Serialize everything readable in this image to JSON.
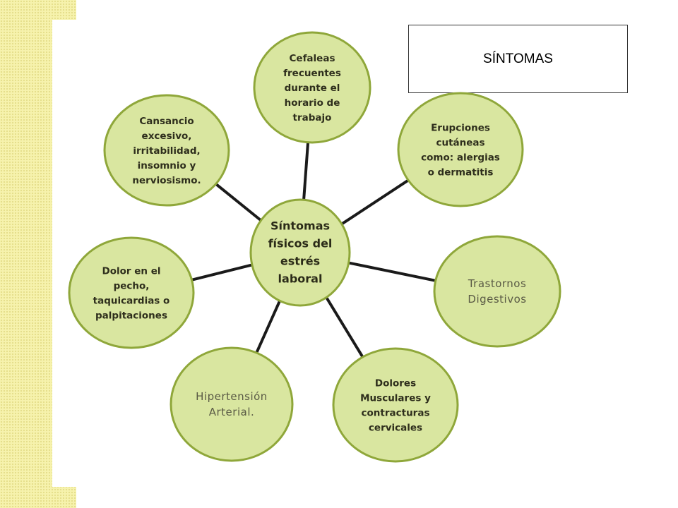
{
  "title": "SÍNTOMAS",
  "colors": {
    "node_fill": "#d9e6a0",
    "node_stroke": "#8fa73a",
    "connector": "#1a1a1a",
    "strip": "#f6f2ad"
  },
  "diagram": {
    "center": {
      "id": "center",
      "lines": [
        "Síntomas",
        "físicos del",
        "estrés",
        "laboral"
      ]
    },
    "nodes": [
      {
        "id": "cefaleas",
        "lines": [
          "Cefaleas",
          "frecuentes",
          "durante el",
          "horario de",
          "trabajo"
        ]
      },
      {
        "id": "erupciones",
        "lines": [
          "Erupciones",
          "cutáneas",
          "como: alergias",
          "o dermatitis"
        ]
      },
      {
        "id": "digestivos",
        "lines": [
          "Trastornos",
          "Digestivos"
        ]
      },
      {
        "id": "dolores",
        "lines": [
          "Dolores",
          "Musculares y",
          "contracturas",
          "cervicales"
        ]
      },
      {
        "id": "hipertension",
        "lines": [
          "Hipertensión",
          "Arterial."
        ]
      },
      {
        "id": "dolor-pecho",
        "lines": [
          "Dolor en el",
          "pecho,",
          "taquicardias o",
          "palpitaciones"
        ]
      },
      {
        "id": "cansancio",
        "lines": [
          "Cansancio",
          "excesivo,",
          "irritabilidad,",
          "insomnio y",
          "nerviosismo."
        ]
      }
    ]
  }
}
